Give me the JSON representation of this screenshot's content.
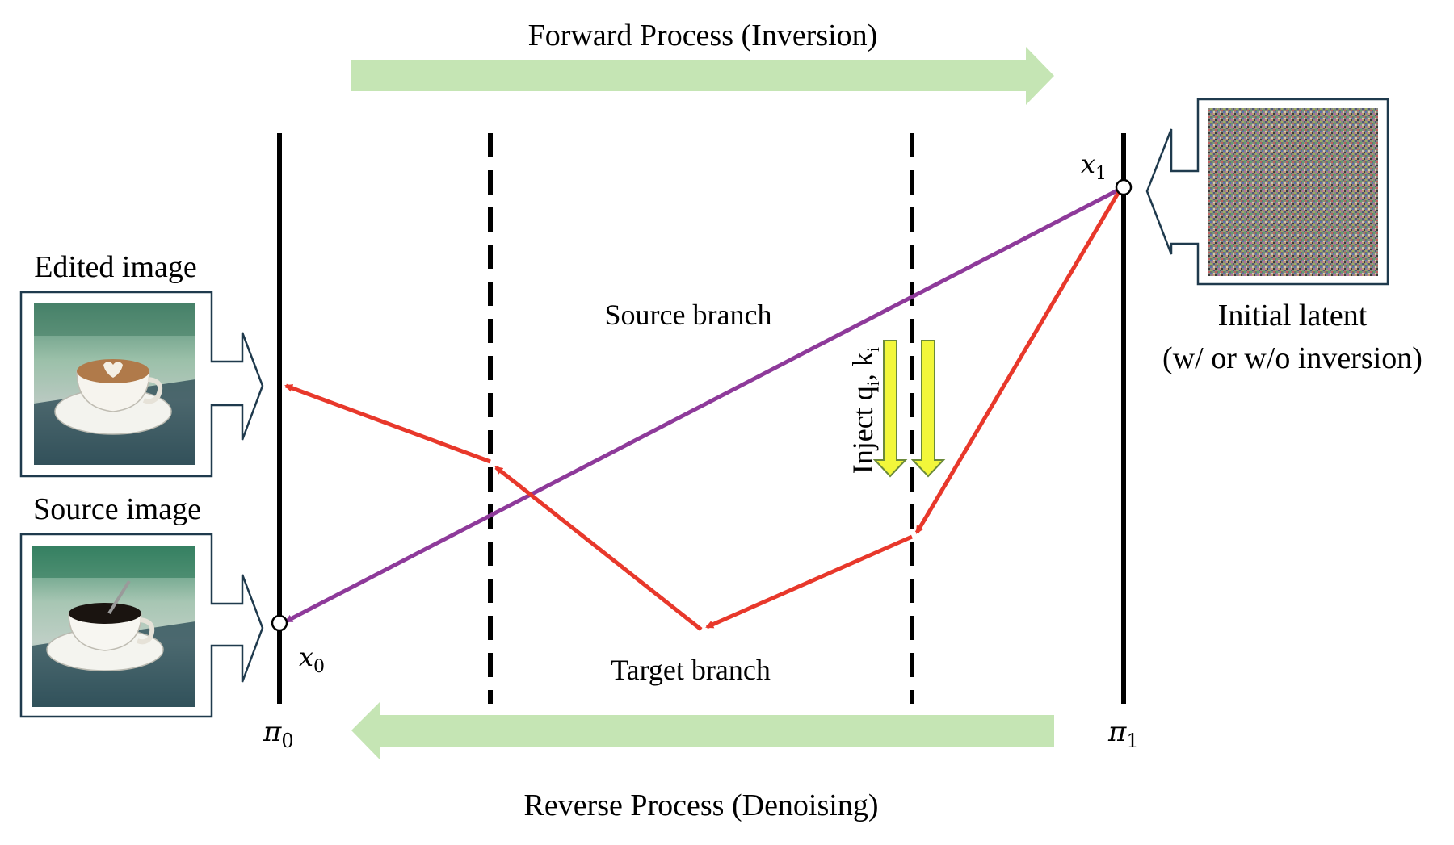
{
  "titles": {
    "forward": "Forward Process (Inversion)",
    "reverse": "Reverse Process (Denoising)"
  },
  "labels": {
    "edited_image": "Edited image",
    "source_image": "Source image",
    "initial_latent_line1": "Initial latent",
    "initial_latent_line2": "(w/ or w/o inversion)",
    "source_branch": "Source branch",
    "target_branch": "Target branch",
    "inject": "Inject q",
    "inject_q_sub": "i",
    "inject_sep": ", k",
    "inject_k_sub": "i"
  },
  "math": {
    "x0": "x",
    "x0_sub": "0",
    "x1": "x",
    "x1_sub": "1",
    "pi0": "π",
    "pi0_sub": "0",
    "pi1": "π",
    "pi1_sub": "1"
  },
  "colors": {
    "process_arrow": "#c5e5b4",
    "source_branch_line": "#8e3a9a",
    "target_branch_line": "#e8382b",
    "inject_arrow": "#f2f73a",
    "axis": "#000000",
    "box_border": "#1f3a4d"
  },
  "icons": {
    "edited_image": "latte-art-cup-image",
    "source_image": "black-coffee-cup-image",
    "initial_latent": "noise-image"
  }
}
